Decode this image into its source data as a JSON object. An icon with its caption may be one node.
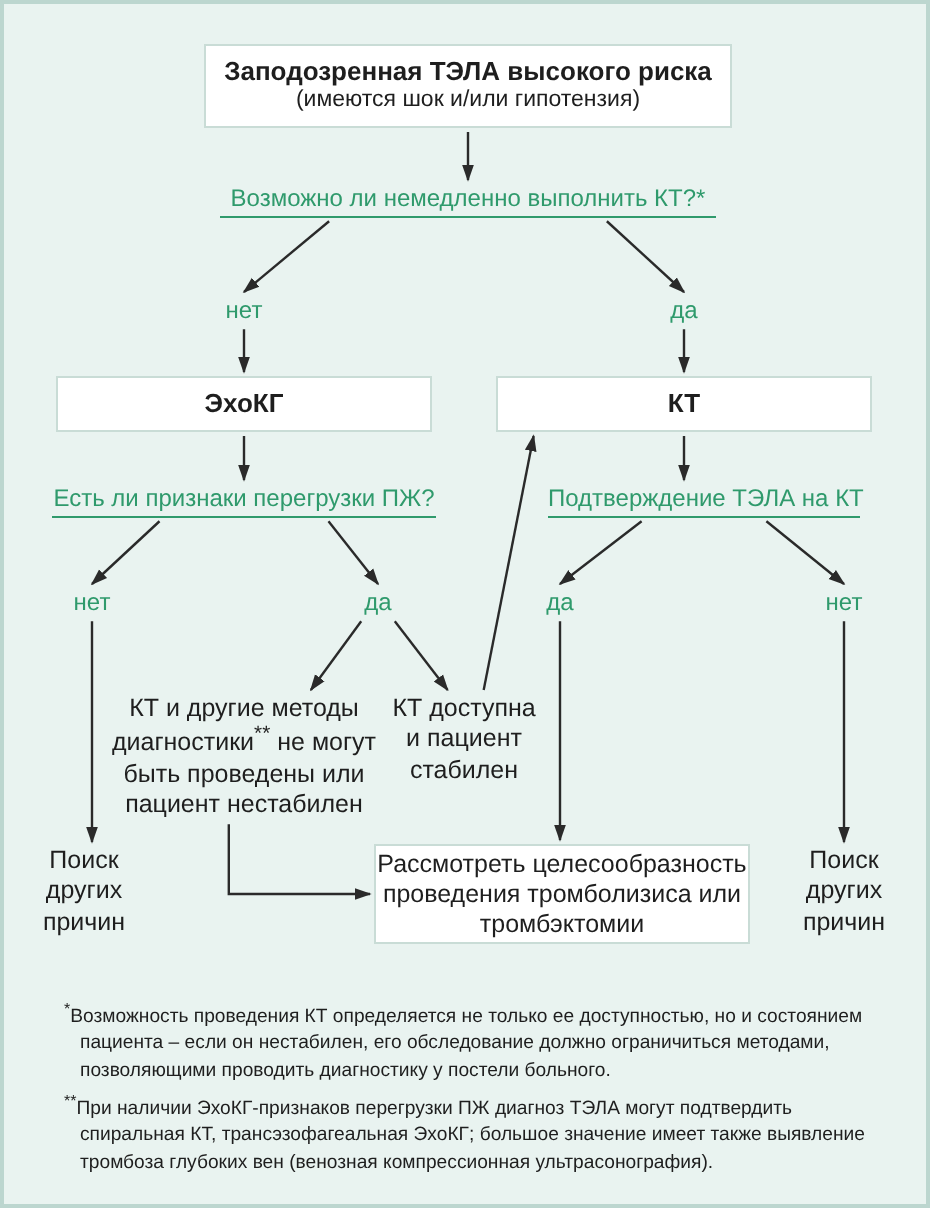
{
  "diagram": {
    "nodes": [
      {
        "text": [
          "Заподозренная ТЭЛА высокого риска",
          "(имеются шок и/или гипотензия)"
        ]
      },
      {
        "text": [
          "Возможно ли немедленно выполнить КТ?*"
        ]
      },
      {
        "text": [
          "нет"
        ]
      },
      {
        "text": [
          "да"
        ]
      },
      {
        "text": [
          "ЭхоКГ"
        ]
      },
      {
        "text": [
          "КТ"
        ]
      },
      {
        "text": [
          "Есть ли признаки перегрузки ПЖ?"
        ]
      },
      {
        "text": [
          "Подтверждение ТЭЛА на КТ"
        ]
      },
      {
        "text": [
          "нет"
        ]
      },
      {
        "text": [
          "да"
        ]
      },
      {
        "text": [
          "КТ и другие методы диагностики$^{**}$ не могут быть проведены или пациент нестабилен"
        ]
      },
      {
        "text": [
          "КТ доступна и пациент стабилен"
        ]
      },
      {
        "text": [
          "да"
        ]
      },
      {
        "text": [
          "нет"
        ]
      },
      {
        "text": [
          "Поиск других причин"
        ]
      },
      {
        "text": [
          "Рассмотреть целесообразность проведения тромболизиса или тромбэктомии"
        ]
      },
      {
        "text": [
          "Поиск других причин"
        ]
      }
    ],
    "edges": [
      {
        "from": 0,
        "to": 1,
        "arrow": "to"
      },
      {
        "from": 1,
        "to": 2,
        "arrow": "to"
      },
      {
        "from": 1,
        "to": 3,
        "arrow": "to"
      },
      {
        "from": 2,
        "to": 4,
        "arrow": "to"
      },
      {
        "from": 3,
        "to": 5,
        "arrow": "to"
      },
      {
        "from": 4,
        "to": 6,
        "arrow": "to"
      },
      {
        "from": 5,
        "to": 7,
        "arrow": "to"
      },
      {
        "from": 6,
        "to": 8,
        "arrow": "to"
      },
      {
        "from": 6,
        "to": 9,
        "arrow": "to"
      },
      {
        "from": 7,
        "to": 12,
        "arrow": "to"
      },
      {
        "from": 7,
        "to": 13,
        "arrow": "to"
      },
      {
        "from": 9,
        "to": 10,
        "arrow": "to"
      },
      {
        "from": 9,
        "to": 11,
        "arrow": "to"
      },
      {
        "from": 11,
        "to": 5,
        "arrow": "to"
      },
      {
        "from": 8,
        "to": 14,
        "arrow": "to"
      },
      {
        "from": 10,
        "to": 15,
        "arrow": "to"
      },
      {
        "from": 12,
        "to": 15,
        "arrow": "to"
      },
      {
        "from": 13,
        "to": 16,
        "arrow": "to"
      }
    ],
    "labels": [
      "$^{*}$Возможность проведения КТ определяется не только ее доступностью, но и состоянием пациента – если он нестабилен, его обследование должно ограничиться методами, позволяющими проводить диагностику у постели больного.",
      "$^{**}$При наличии ЭхоКГ-признаков перегрузки ПЖ диагноз ТЭЛА могут подтвердить спиральная КТ, трансэзофагеальная ЭхоКГ; большое значение имеет также выявление тромбоза глубоких вен (венозная компрессионная ультрасонография)."
    ]
  }
}
